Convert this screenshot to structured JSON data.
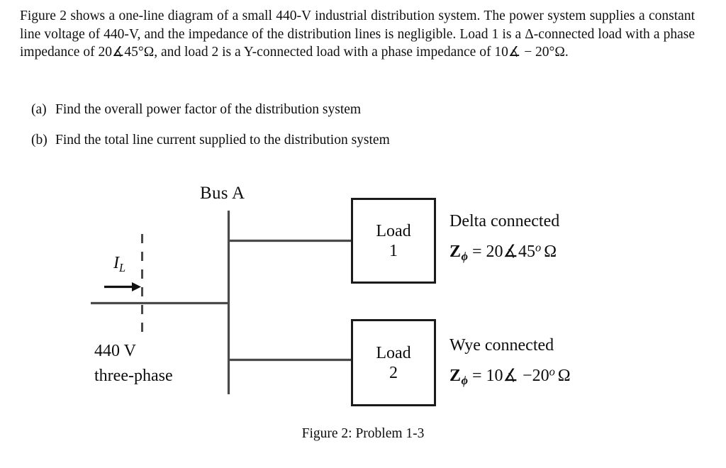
{
  "problem": {
    "statement_parts": [
      "Figure 2 shows a one-line diagram of a small 440-V industrial distribution system.  The power system supplies a constant line voltage of 440-V, and the impedance of the distribution lines is negligible.  Load 1 is a ",
      "Δ-connected load with a phase impedance of 20∡45°Ω, and load 2 is a Y-connected load with a phase impedance of 10∡ − 20°Ω."
    ],
    "statement_full": "Figure 2 shows a one-line diagram of a small 440-V industrial distribution system.  The power system supplies a constant line voltage of 440-V, and the impedance of the distribution lines is negligible.  Load 1 is a Δ-connected load with a phase impedance of 20∡45°Ω, and load 2 is a Y-connected load with a phase impedance of 10∡ − 20°Ω.",
    "items": [
      {
        "marker": "(a)",
        "text": "Find the overall power factor of the distribution system"
      },
      {
        "marker": "(b)",
        "text": "Find the total line current supplied to the distribution system"
      }
    ]
  },
  "figure": {
    "bus_label": "Bus A",
    "current_label": "I",
    "current_label_sub": "L",
    "source": {
      "line1": "440 V",
      "line2": "three-phase"
    },
    "loads": [
      {
        "box_line1": "Load",
        "box_line2": "1",
        "connection": "Delta connected",
        "z_symbol": "Z",
        "z_sub": "ϕ",
        "z_equals": "=",
        "z_magnitude": "20",
        "z_angle_symbol": "∡",
        "z_angle": "45",
        "z_degree": "o",
        "z_unit": "Ω"
      },
      {
        "box_line1": "Load",
        "box_line2": "2",
        "connection": "Wye connected",
        "z_symbol": "Z",
        "z_sub": "ϕ",
        "z_equals": "=",
        "z_magnitude": "10",
        "z_angle_symbol": "∡",
        "z_angle": "−20",
        "z_degree": "o",
        "z_unit": "Ω"
      }
    ],
    "caption": "Figure 2:  Problem 1-3"
  },
  "colors": {
    "ink": "#111111",
    "wire": "#4a4a4a",
    "box_border": "#1b1b1b",
    "background": "#ffffff"
  }
}
